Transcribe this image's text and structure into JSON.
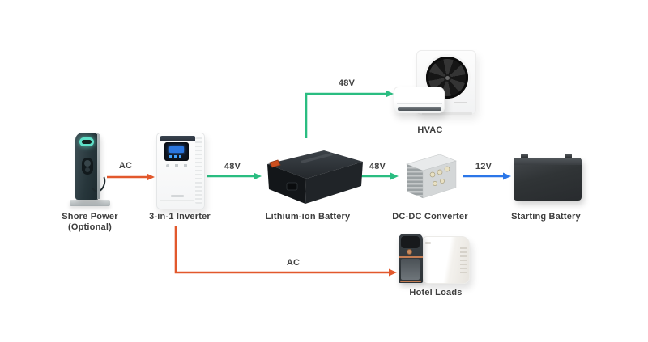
{
  "canvas": {
    "background": "#ffffff"
  },
  "nodes": {
    "shore_power": {
      "label_line1": "Shore Power",
      "label_line2": "(Optional)"
    },
    "inverter": {
      "label": "3-in-1 Inverter"
    },
    "battery": {
      "label": "Lithium-ion Battery"
    },
    "hvac": {
      "label": "HVAC"
    },
    "dcdc_converter": {
      "label": "DC-DC Converter"
    },
    "starting_battery": {
      "label": "Starting Battery"
    },
    "hotel_loads": {
      "label": "Hotel Loads"
    }
  },
  "edges": {
    "shore_to_inverter": {
      "label": "AC",
      "color": "#e2582c"
    },
    "inverter_to_battery": {
      "label": "48V",
      "color": "#2abd81"
    },
    "battery_to_hvac": {
      "label": "48V",
      "color": "#2abd81"
    },
    "battery_to_dcdc": {
      "label": "48V",
      "color": "#2abd81"
    },
    "dcdc_to_starting_battery": {
      "label": "12V",
      "color": "#2b76e8"
    },
    "inverter_to_hotel_loads": {
      "label": "AC",
      "color": "#e2582c"
    }
  }
}
